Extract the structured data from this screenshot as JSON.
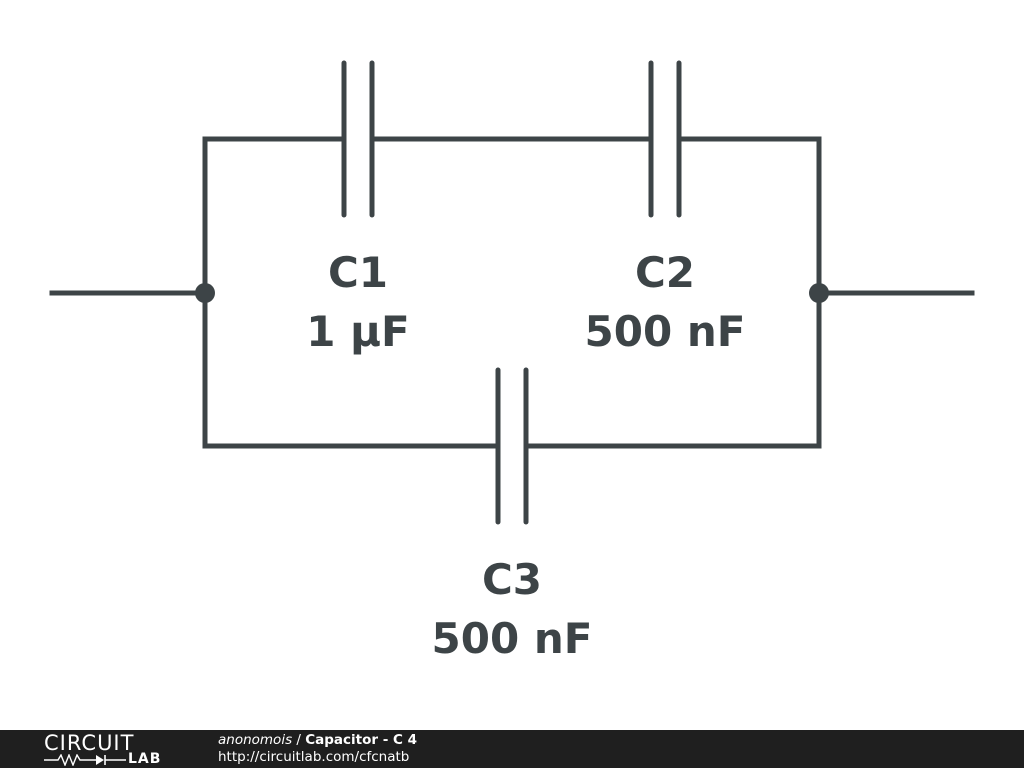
{
  "diagram": {
    "components": [
      {
        "id": "C1",
        "name": "C1",
        "value": "1 µF"
      },
      {
        "id": "C2",
        "name": "C2",
        "value": "500 nF"
      },
      {
        "id": "C3",
        "name": "C3",
        "value": "500 nF"
      }
    ],
    "connections": [
      {
        "from": "left-terminal",
        "to": "left-node"
      },
      {
        "from": "left-node",
        "to": "C1"
      },
      {
        "from": "C1",
        "to": "C2"
      },
      {
        "from": "C2",
        "to": "right-node"
      },
      {
        "from": "left-node",
        "to": "C3"
      },
      {
        "from": "C3",
        "to": "right-node"
      },
      {
        "from": "right-node",
        "to": "right-terminal"
      }
    ]
  },
  "footer": {
    "logo_top": "CIRCUIT",
    "logo_bottom": "LAB",
    "author": "anonomois",
    "separator": " / ",
    "title": "Capacitor - C 4",
    "url": "http://circuitlab.com/cfcnatb"
  },
  "colors": {
    "wire": "#3d4447",
    "footer_background": "#1f1f1f",
    "footer_text": "#ffffff"
  }
}
